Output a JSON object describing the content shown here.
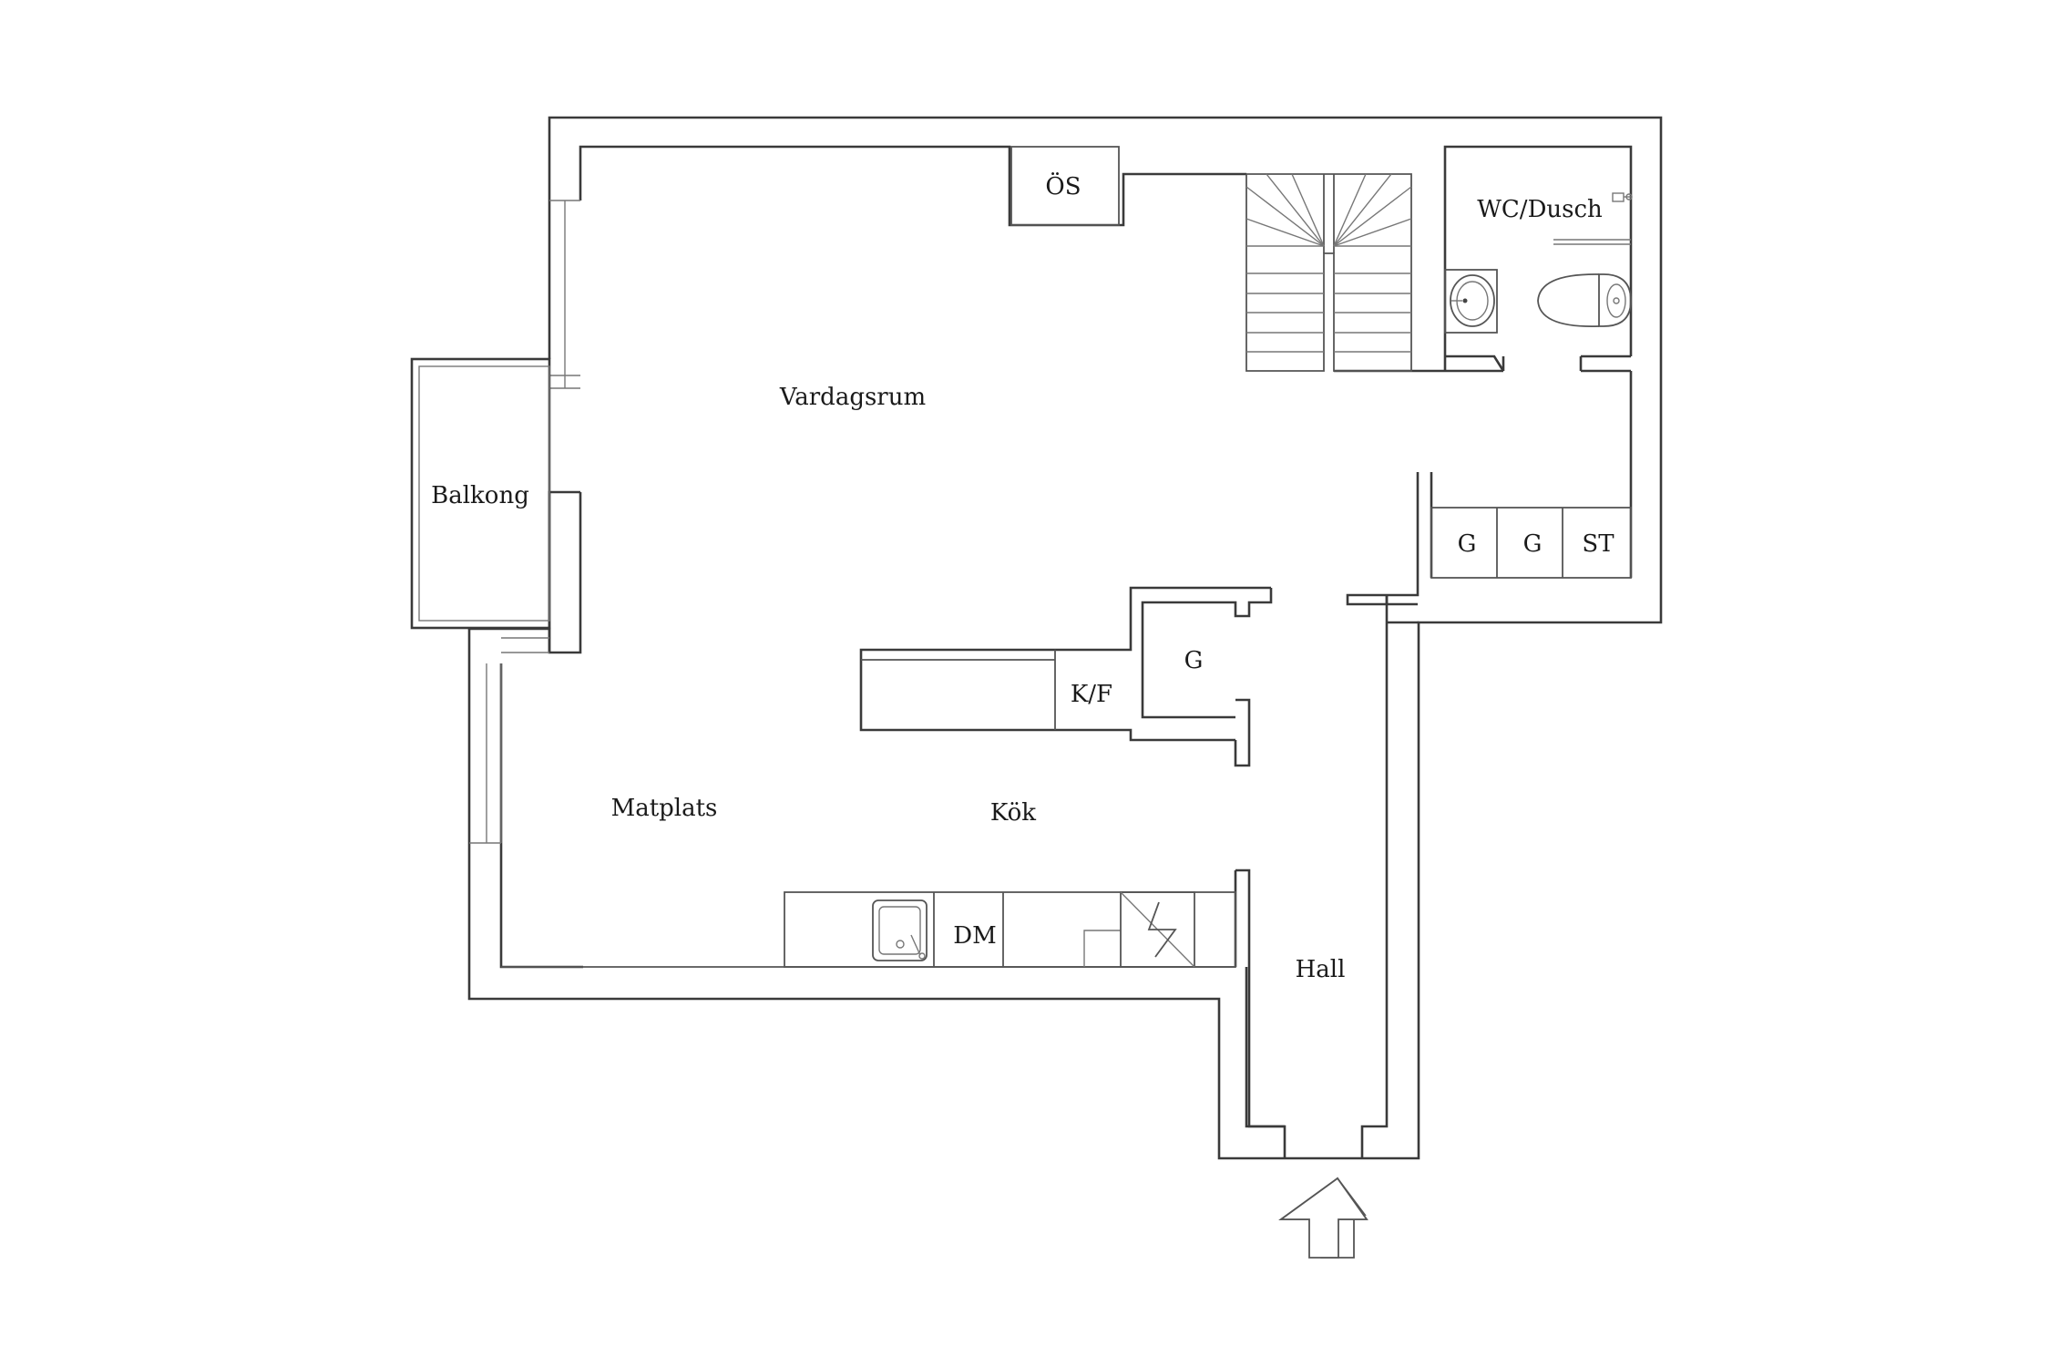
{
  "rooms": {
    "os": "ÖS",
    "wc_dusch": "WC/Dusch",
    "vardagsrum": "Vardagsrum",
    "balkong": "Balkong",
    "g1": "G",
    "g2": "G",
    "st": "ST",
    "g3": "G",
    "kf": "K/F",
    "matplats": "Matplats",
    "kok": "Kök",
    "dm": "DM",
    "hall": "Hall"
  },
  "icons": {
    "entrance": "entrance-arrow-icon",
    "stairs": "staircase-icon",
    "toilet": "toilet-icon",
    "washbasin": "washbasin-icon",
    "sink": "kitchen-sink-icon",
    "stove": "stove-icon",
    "shower": "shower-head-icon"
  }
}
